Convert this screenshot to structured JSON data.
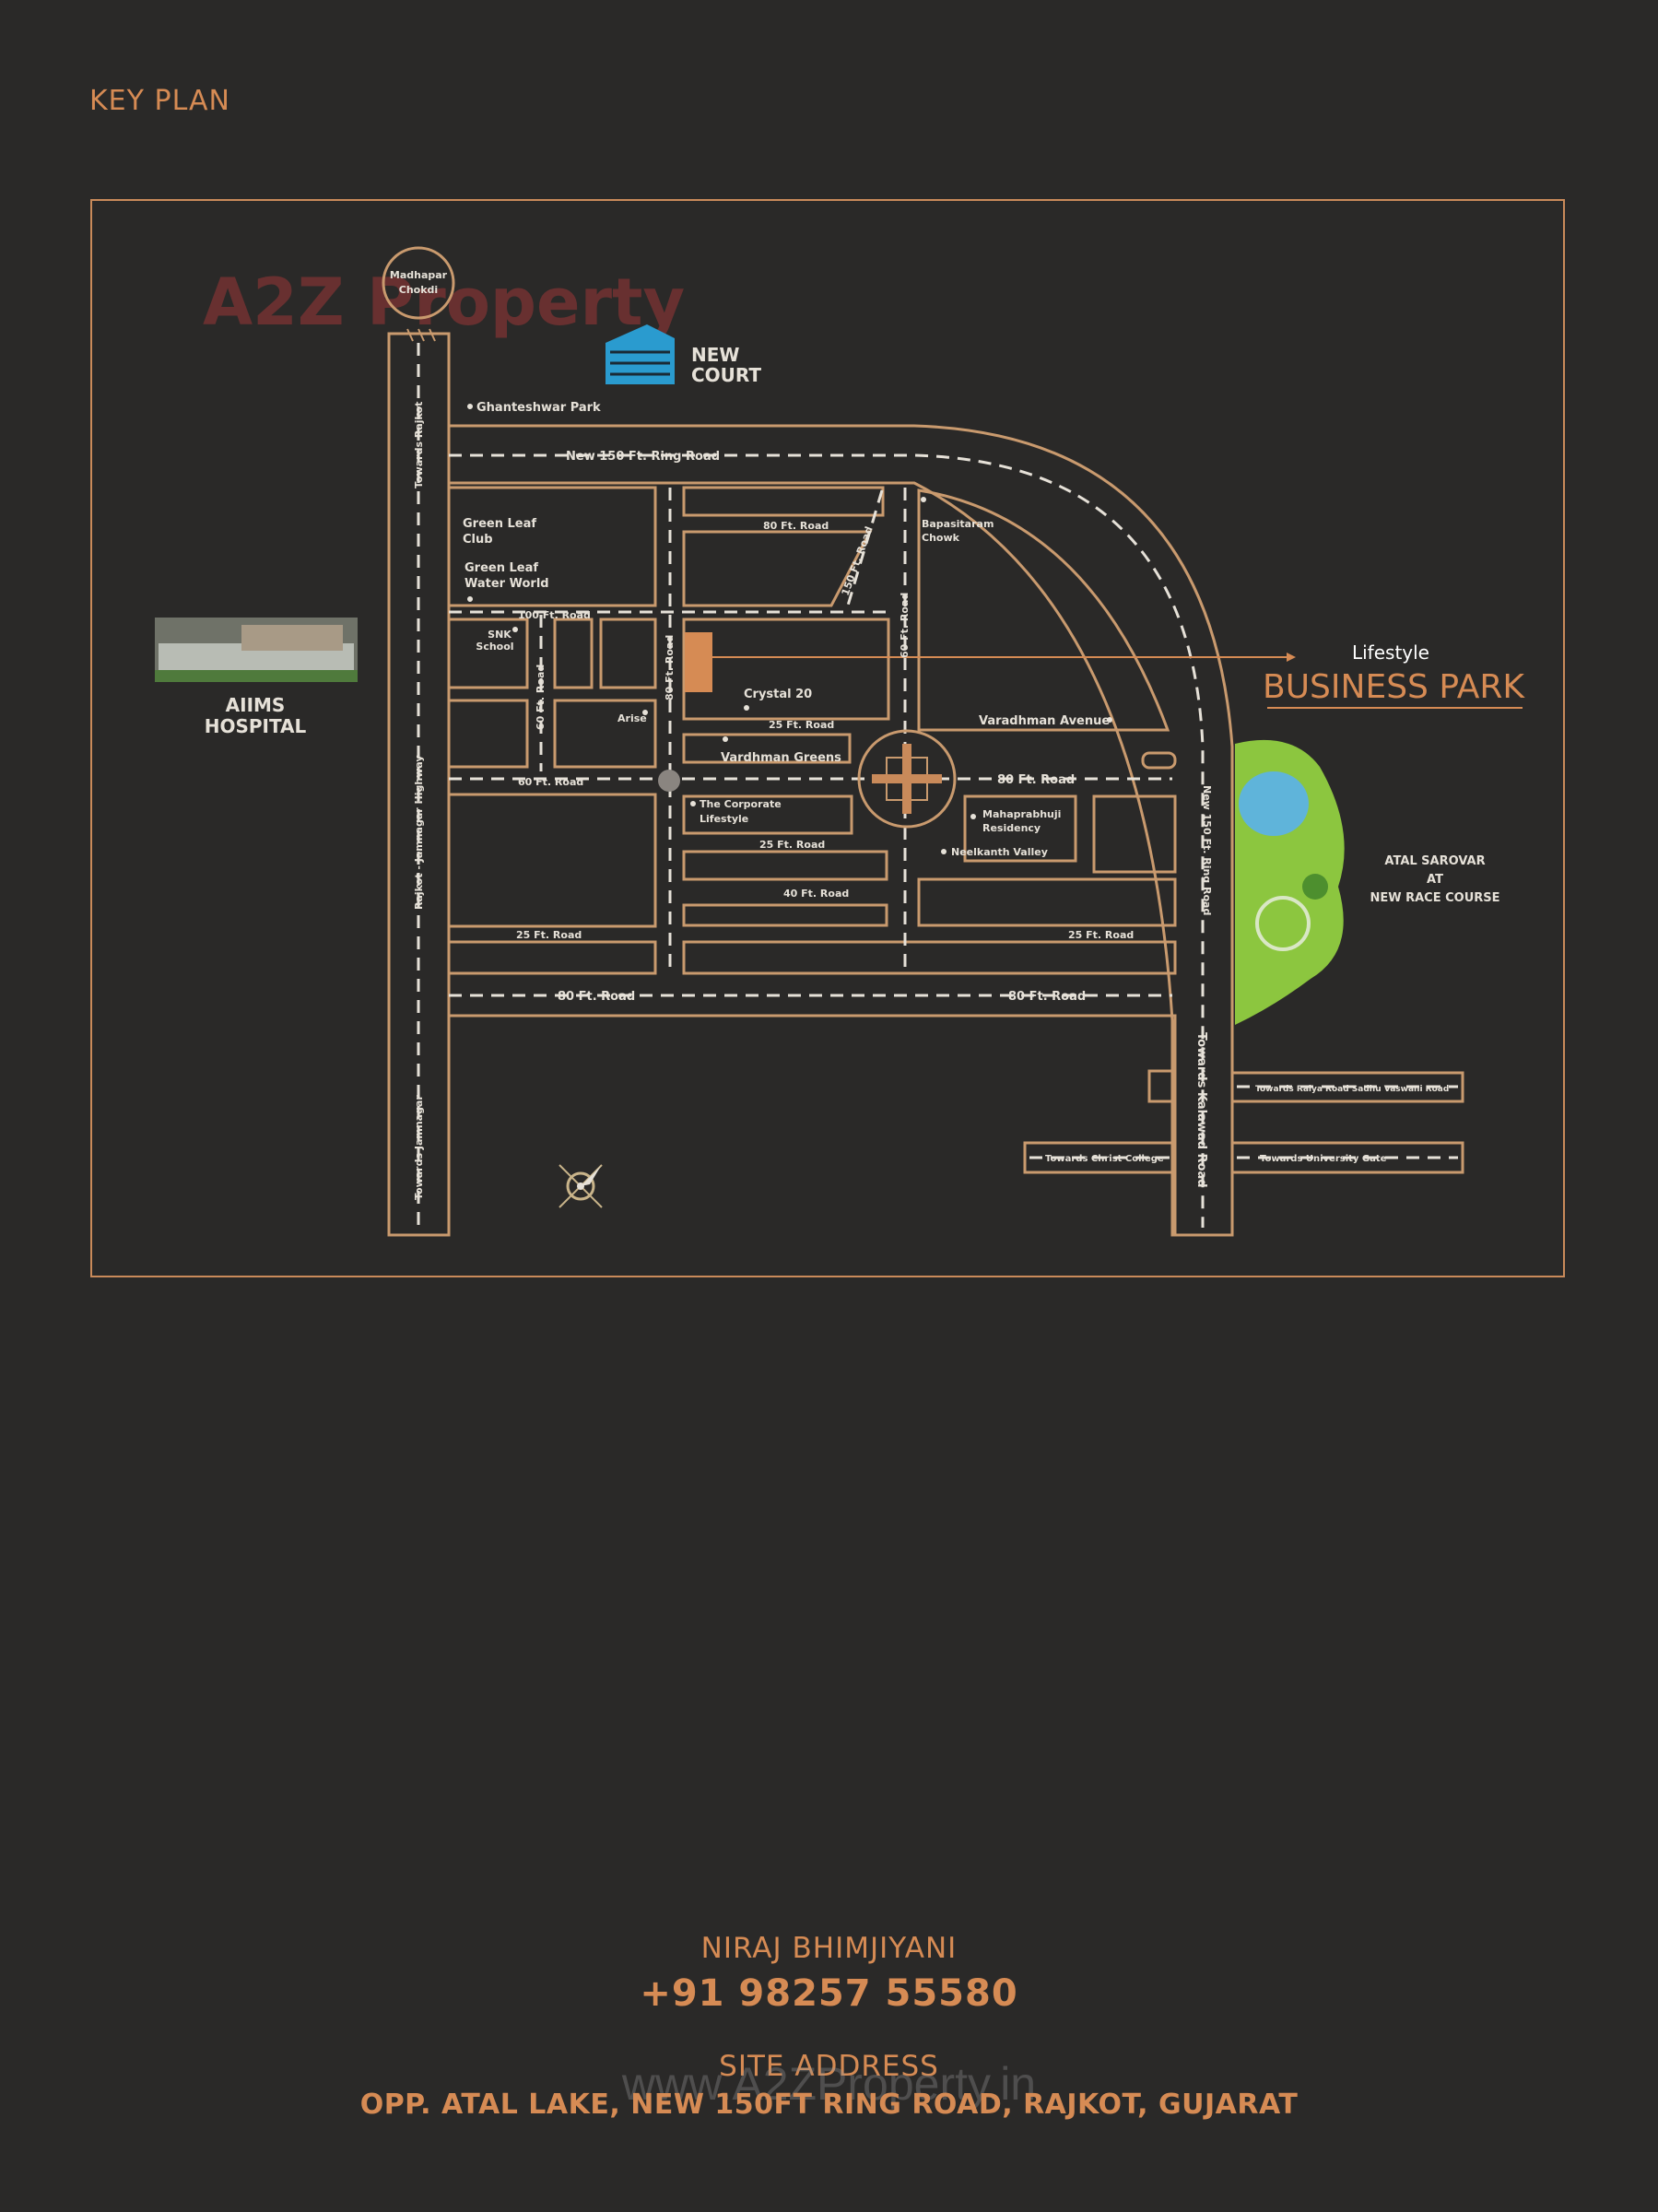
{
  "header": {
    "title": "KEY PLAN"
  },
  "watermark": {
    "logo_text": "A2Z Property",
    "url": "www.A2ZProperty.in"
  },
  "colors": {
    "background": "#2a2928",
    "accent": "#d68b54",
    "road_outline": "#c99a6e",
    "label": "#e6e1d8",
    "building_blue": "#2a9bcf",
    "park_green": "#8cc63f",
    "lake_blue": "#5fb4da"
  },
  "map": {
    "landmarks": {
      "madhapar": [
        "Madhapar",
        "Chokdi"
      ],
      "new_court": [
        "NEW",
        "COURT"
      ],
      "aiims": [
        "AIIMS",
        "HOSPITAL"
      ],
      "ghanteshwar": "Ghanteshwar Park",
      "green_leaf_club": [
        "Green Leaf",
        "Club"
      ],
      "green_leaf_water": [
        "Green Leaf",
        "Water World"
      ],
      "snk_school": [
        "SNK",
        "School"
      ],
      "arise": "Arise",
      "crystal": "Crystal 20",
      "vardhman_greens": "Vardhman Greens",
      "corporate_lifestyle": [
        "The Corporate",
        "Lifestyle"
      ],
      "bapasitaram": [
        "Bapasitaram",
        "Chowk"
      ],
      "varadhman_avenue": "Varadhman Avenue",
      "mahaprabhuji": [
        "Mahaprabhuji",
        "Residency"
      ],
      "neelkanth": "Neelkanth Valley",
      "atal_sarovar": [
        "ATAL SAROVAR",
        "AT",
        "NEW RACE COURSE"
      ]
    },
    "project": {
      "small_label": "Lifestyle",
      "name": "BUSINESS PARK"
    },
    "roads": {
      "ring_road_top": "New 150 Ft. Ring Road",
      "ring_road_side": "New 150 Ft. Ring Road",
      "road_80_top": "80 Ft. Road",
      "road_150_diag": "150 Ft. Road",
      "road_100": "100 Ft. Road",
      "road_60_vert": "60 Ft. Road",
      "road_80_vert": "80 Ft. Road",
      "road_60_mid": "60 Ft. Road",
      "road_80_mid": "80 Ft. Road",
      "road_25_a": "25 Ft. Road",
      "road_25_b": "25 Ft. Road",
      "road_40": "40 Ft. Road",
      "road_25_left": "25 Ft. Road",
      "road_25_right": "25 Ft. Road",
      "road_80_bottom_left": "80 Ft. Road",
      "road_80_bottom_right": "80 Ft. Road",
      "rajkot_highway": "Rajkot - Jamnagar Highway",
      "towards_rajkot": "Towards Rajkot",
      "towards_jamnagar": "Towards Jamnagar",
      "towards_kalawad": "Towards Kalawad Road",
      "towards_raiya": "Towards Raiya Road Sadhu Vaswani Road",
      "towards_christ": "Towards Christ College",
      "towards_university": "Towards University Gate"
    }
  },
  "contact": {
    "name": "NIRAJ BHIMJIYANI",
    "phone": "+91 98257 55580",
    "site_label": "SITE ADDRESS",
    "address": "OPP. ATAL LAKE, NEW 150FT RING ROAD, RAJKOT, GUJARAT"
  }
}
